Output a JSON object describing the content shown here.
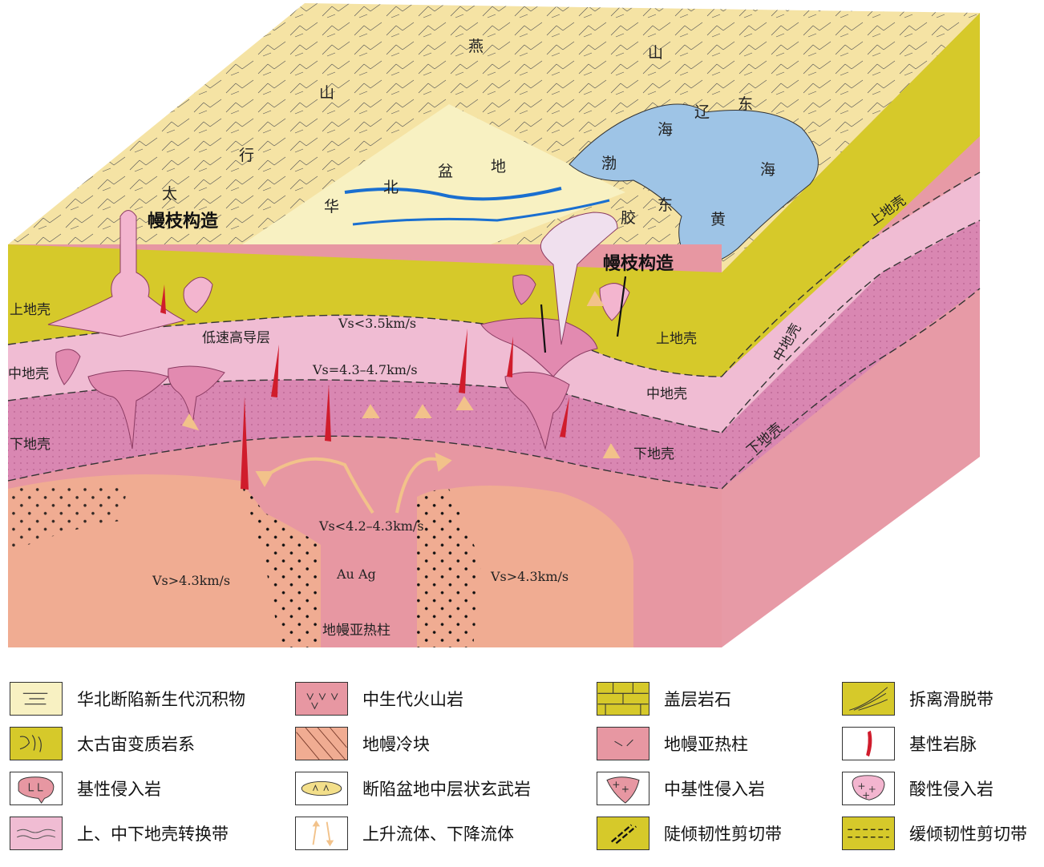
{
  "diagram": {
    "place_labels": {
      "yan": "燕",
      "shan_top": "山",
      "shan_left": "山",
      "xing": "行",
      "tai": "太",
      "hua": "华",
      "bei": "北",
      "pen": "盆",
      "di": "地",
      "bo": "渤",
      "hai_bohai": "海",
      "liao": "辽",
      "dong_liao": "东",
      "hai_east": "海",
      "jiao": "胶",
      "dong_jiao": "东",
      "huang": "黄"
    },
    "structure_labels": {
      "mantle_branch_left": "幔枝构造",
      "mantle_branch_right": "幔枝构造",
      "low_velocity_layer": "低速高导层"
    },
    "crust_labels": {
      "upper_left": "上地壳",
      "middle_left": "中地壳",
      "lower_left": "下地壳",
      "upper_front": "上地壳",
      "middle_front": "中地壳",
      "lower_front": "下地壳",
      "upper_side": "上地壳",
      "middle_side": "中地壳",
      "lower_side": "下地壳"
    },
    "velocity_labels": {
      "upper": "Vs<3.5km/s",
      "middle": "Vs=4.3–4.7km/s",
      "plume": "Vs<4.2–4.3km/s",
      "left_block": "Vs>4.3km/s",
      "right_block": "Vs>4.3km/s"
    },
    "metals": "Au  Ag",
    "plume_label": "地幔亚热柱"
  },
  "legend": [
    {
      "icon": "cenozoic-sediment-swatch",
      "label": "华北断陷新生代沉积物"
    },
    {
      "icon": "mesozoic-volcanic-swatch",
      "label": "中生代火山岩"
    },
    {
      "icon": "cover-rock-swatch",
      "label": "盖层岩石"
    },
    {
      "icon": "detachment-zone-swatch",
      "label": "拆离滑脱带"
    },
    {
      "icon": "archean-metamorphic-swatch",
      "label": "太古宙变质岩系"
    },
    {
      "icon": "mantle-cold-block-swatch",
      "label": "地幔冷块"
    },
    {
      "icon": "mantle-plume-swatch",
      "label": "地幔亚热柱"
    },
    {
      "icon": "basic-dike-swatch",
      "label": "基性岩脉"
    },
    {
      "icon": "basic-intrusion-swatch",
      "label": "基性侵入岩"
    },
    {
      "icon": "basalt-layer-swatch",
      "label": "断陷盆地中层状玄武岩"
    },
    {
      "icon": "intermediate-basic-intrusion-swatch",
      "label": "中基性侵入岩"
    },
    {
      "icon": "acid-intrusion-swatch",
      "label": "酸性侵入岩"
    },
    {
      "icon": "crust-transition-swatch",
      "label": "上、中下地壳转换带"
    },
    {
      "icon": "fluid-flow-swatch",
      "label": "上升流体、下降流体"
    },
    {
      "icon": "steep-shear-zone-swatch",
      "label": "陡倾韧性剪切带"
    },
    {
      "icon": "gentle-shear-zone-swatch",
      "label": "缓倾韧性剪切带"
    }
  ],
  "colors": {
    "sediment": "#f8f1c2",
    "top_surface": "#f5e3a4",
    "archean": "#d6c92a",
    "middle_crust": "#f0bcd3",
    "lower_crust": "#d987b2",
    "mantle": "#e797a2",
    "cold_block": "#f0ac92",
    "sea": "#9ec4e6",
    "dike": "#d01c2c"
  }
}
